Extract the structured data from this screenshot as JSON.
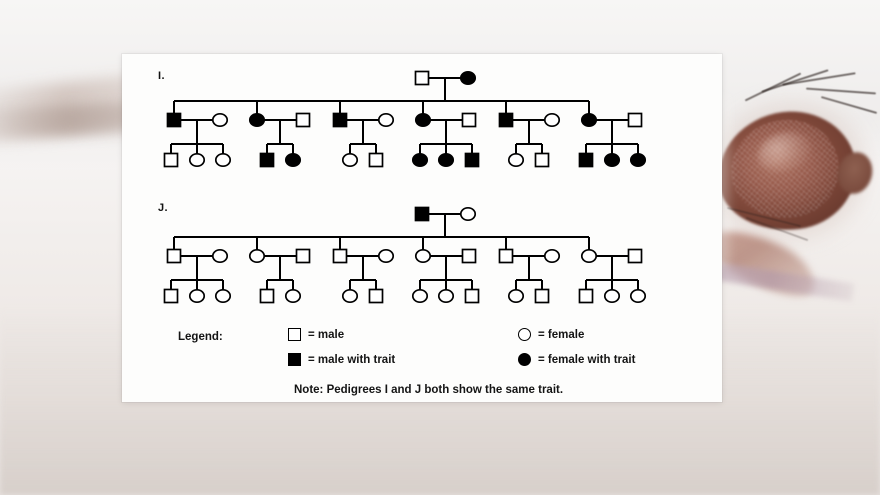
{
  "document": {
    "kind": "pedigree-chart-slide",
    "background_subject": "drosophila-fly-head-photo"
  },
  "pedigrees": [
    {
      "id": "I",
      "label": "I.",
      "generation_I": [
        {
          "sex": "male",
          "affected": false
        },
        {
          "sex": "female",
          "affected": true
        }
      ],
      "families": [
        {
          "parents": [
            {
              "sex": "male",
              "affected": true
            },
            {
              "sex": "female",
              "affected": false
            }
          ],
          "children": [
            {
              "sex": "male",
              "affected": false
            },
            {
              "sex": "female",
              "affected": false
            },
            {
              "sex": "female",
              "affected": false
            }
          ]
        },
        {
          "parents": [
            {
              "sex": "female",
              "affected": true
            },
            {
              "sex": "male",
              "affected": false
            }
          ],
          "children": [
            {
              "sex": "male",
              "affected": true
            },
            {
              "sex": "female",
              "affected": true
            }
          ]
        },
        {
          "parents": [
            {
              "sex": "male",
              "affected": true
            },
            {
              "sex": "female",
              "affected": false
            }
          ],
          "children": [
            {
              "sex": "female",
              "affected": false
            },
            {
              "sex": "male",
              "affected": false
            }
          ]
        },
        {
          "parents": [
            {
              "sex": "female",
              "affected": true
            },
            {
              "sex": "male",
              "affected": false
            }
          ],
          "children": [
            {
              "sex": "female",
              "affected": true
            },
            {
              "sex": "female",
              "affected": true
            },
            {
              "sex": "male",
              "affected": true
            }
          ]
        },
        {
          "parents": [
            {
              "sex": "male",
              "affected": true
            },
            {
              "sex": "female",
              "affected": false
            }
          ],
          "children": [
            {
              "sex": "female",
              "affected": false
            },
            {
              "sex": "male",
              "affected": false
            }
          ]
        },
        {
          "parents": [
            {
              "sex": "female",
              "affected": true
            },
            {
              "sex": "male",
              "affected": false
            }
          ],
          "children": [
            {
              "sex": "male",
              "affected": true
            },
            {
              "sex": "female",
              "affected": true
            },
            {
              "sex": "female",
              "affected": true
            }
          ]
        }
      ]
    },
    {
      "id": "J",
      "label": "J.",
      "generation_I": [
        {
          "sex": "male",
          "affected": true
        },
        {
          "sex": "female",
          "affected": false
        }
      ],
      "families": [
        {
          "parents": [
            {
              "sex": "male",
              "affected": false
            },
            {
              "sex": "female",
              "affected": false
            }
          ],
          "children": [
            {
              "sex": "male",
              "affected": false
            },
            {
              "sex": "female",
              "affected": false
            },
            {
              "sex": "female",
              "affected": false
            }
          ]
        },
        {
          "parents": [
            {
              "sex": "female",
              "affected": false
            },
            {
              "sex": "male",
              "affected": false
            }
          ],
          "children": [
            {
              "sex": "male",
              "affected": false
            },
            {
              "sex": "female",
              "affected": false
            }
          ]
        },
        {
          "parents": [
            {
              "sex": "male",
              "affected": false
            },
            {
              "sex": "female",
              "affected": false
            }
          ],
          "children": [
            {
              "sex": "female",
              "affected": false
            },
            {
              "sex": "male",
              "affected": false
            }
          ]
        },
        {
          "parents": [
            {
              "sex": "female",
              "affected": false
            },
            {
              "sex": "male",
              "affected": false
            }
          ],
          "children": [
            {
              "sex": "female",
              "affected": false
            },
            {
              "sex": "female",
              "affected": false
            },
            {
              "sex": "male",
              "affected": false
            }
          ]
        },
        {
          "parents": [
            {
              "sex": "male",
              "affected": false
            },
            {
              "sex": "female",
              "affected": false
            }
          ],
          "children": [
            {
              "sex": "female",
              "affected": false
            },
            {
              "sex": "male",
              "affected": false
            }
          ]
        },
        {
          "parents": [
            {
              "sex": "female",
              "affected": false
            },
            {
              "sex": "male",
              "affected": false
            }
          ],
          "children": [
            {
              "sex": "male",
              "affected": false
            },
            {
              "sex": "female",
              "affected": false
            },
            {
              "sex": "female",
              "affected": false
            }
          ]
        }
      ]
    }
  ],
  "legend": {
    "title": "Legend:",
    "items": [
      {
        "symbol": "square-open",
        "label": "= male"
      },
      {
        "symbol": "circle-open",
        "label": "= female"
      },
      {
        "symbol": "square-filled",
        "label": "= male with trait"
      },
      {
        "symbol": "circle-filled",
        "label": "= female with trait"
      }
    ],
    "note_prefix": "Note: Pedigrees I and J both show the ",
    "note_emphasis": "same",
    "note_suffix": " trait."
  },
  "colors": {
    "ink": "#000000",
    "card": "#fdfdfc",
    "background": "#f3f0ee",
    "fly_brown": "#8e5445"
  }
}
